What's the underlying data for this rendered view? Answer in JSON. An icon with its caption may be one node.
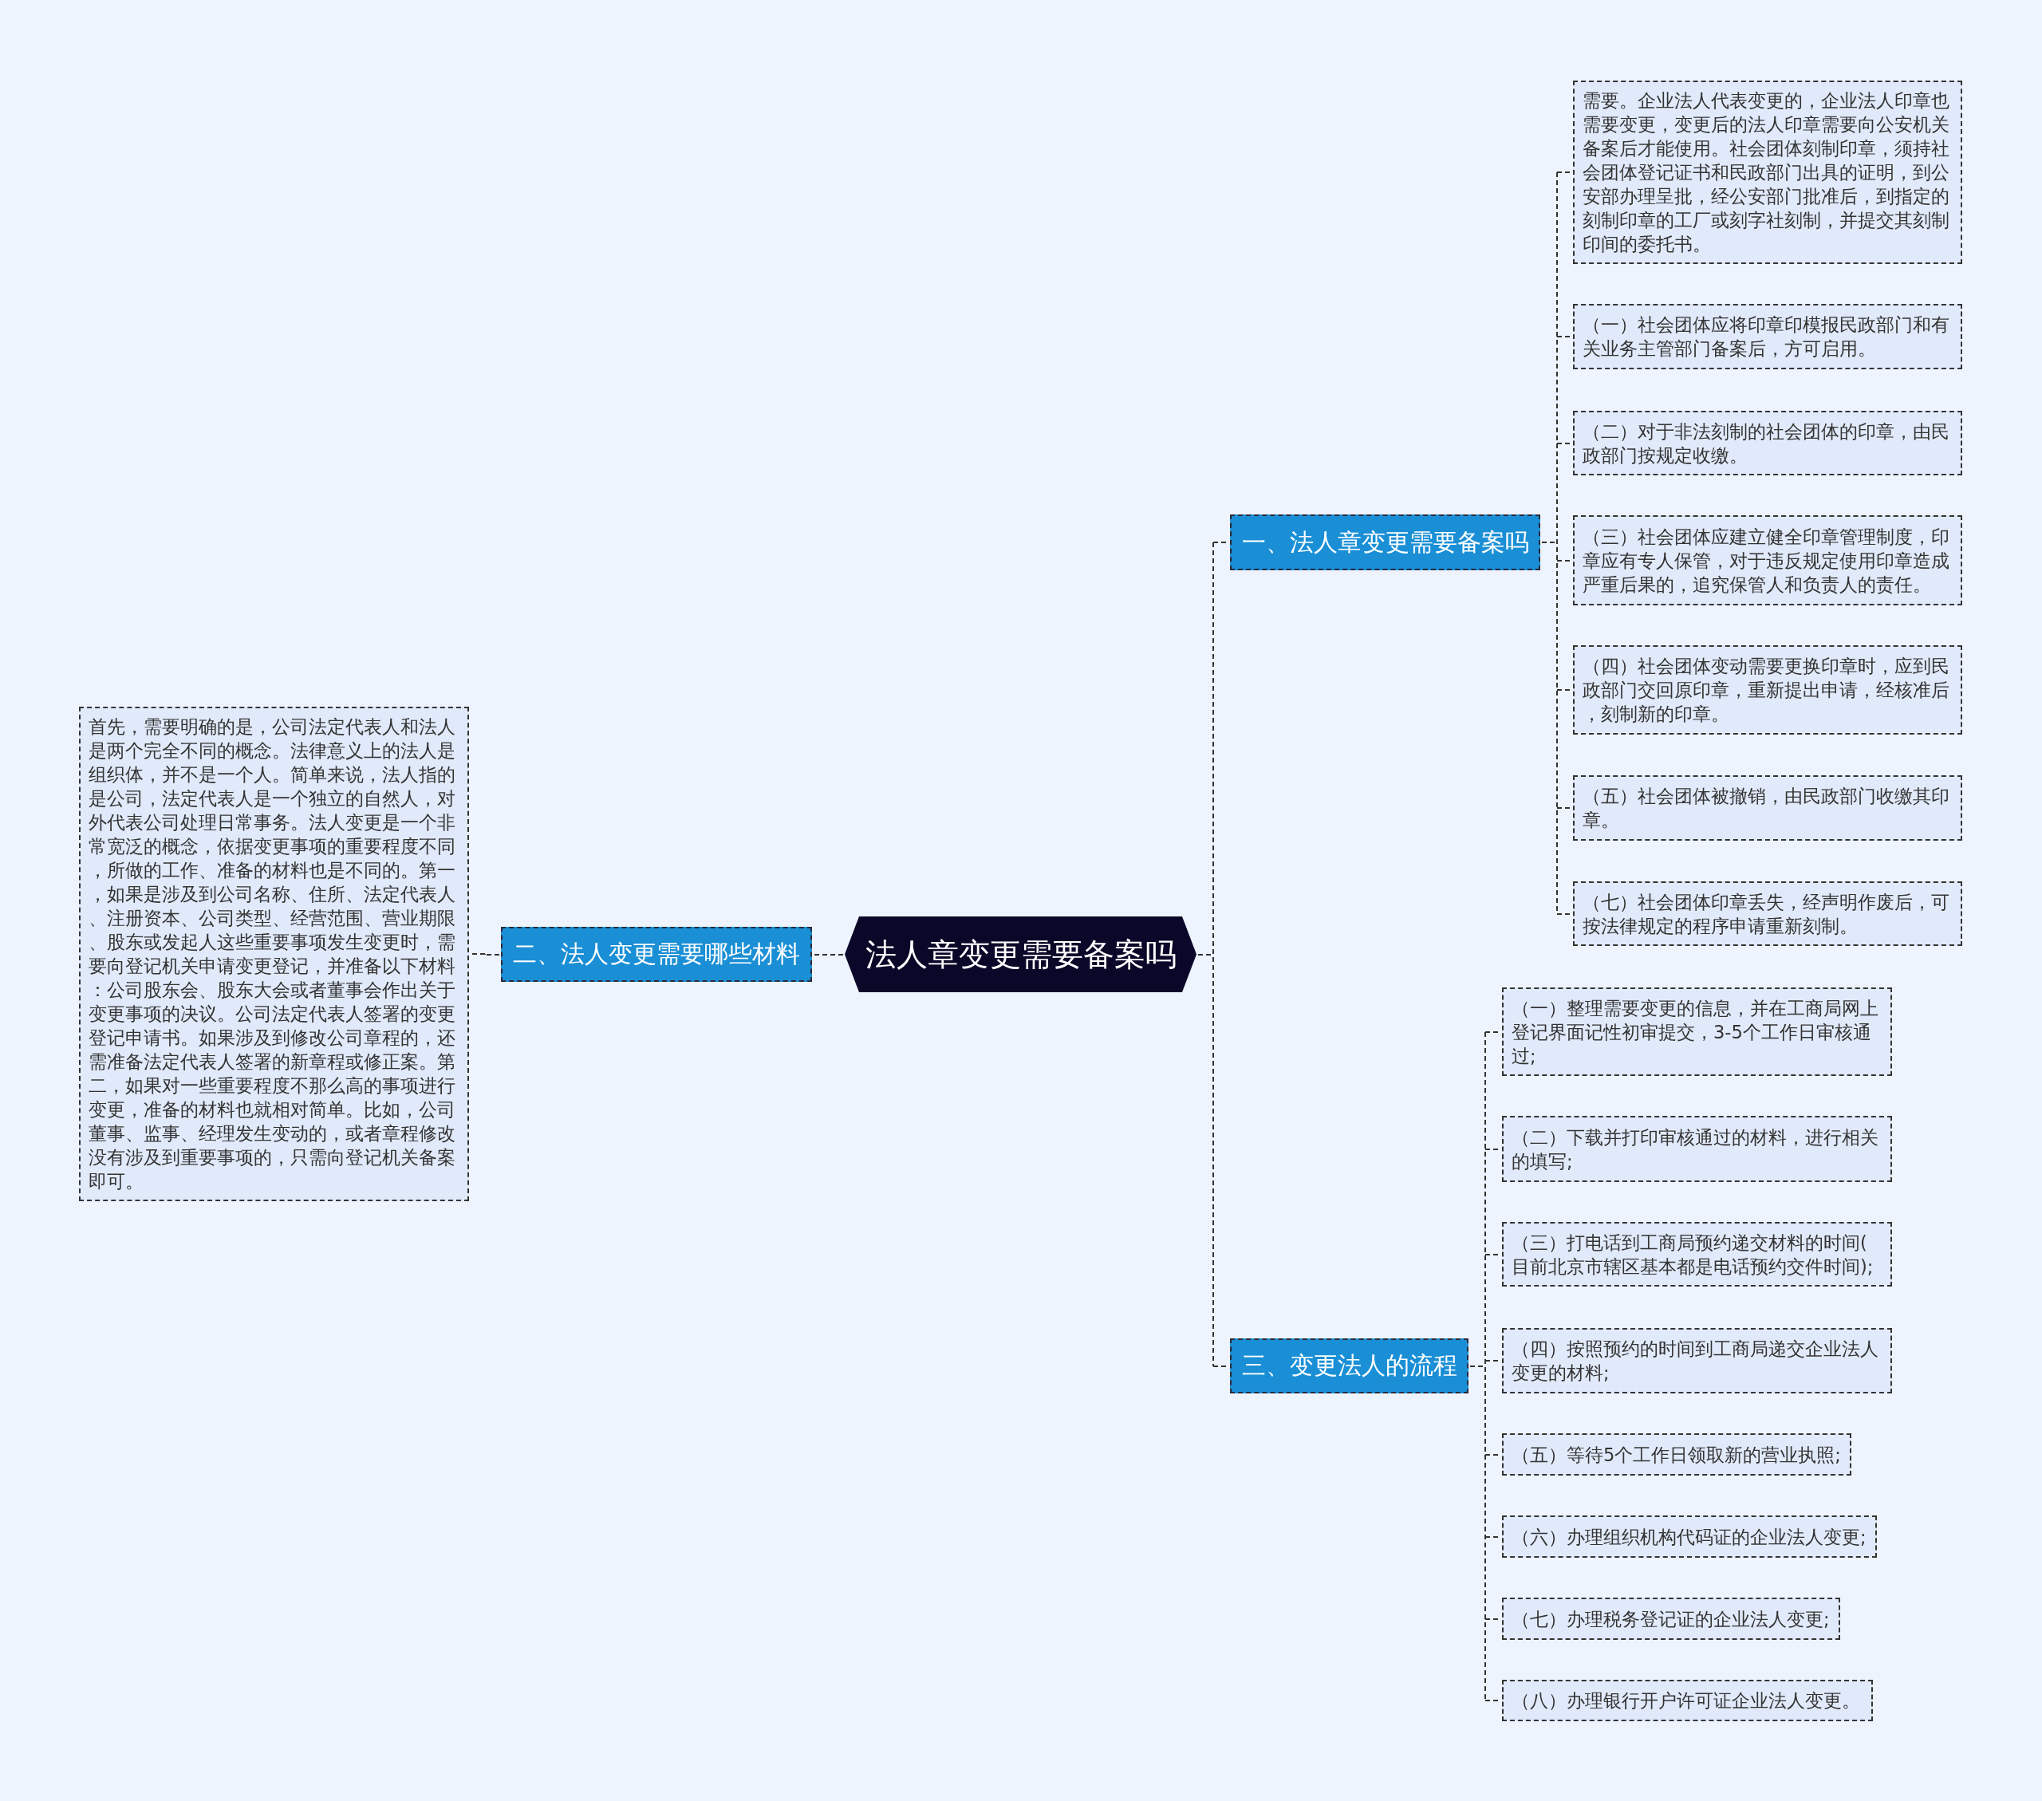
{
  "diagram": {
    "nodes": [
      {
        "text": [
          "法人章变更需要备案吗"
        ]
      },
      {
        "text": [
          "一、法人章变更需要备案吗"
        ]
      },
      {
        "text": [
          "需要。企业法人代表变更的，企业法人印章也需要变更，变更后的法人印章需要向公安机关备案后才能使用。社会团体刻制印章，须持社会团体登记证书和民政部门出具的证明，到公安部办理呈批，经公安部门批准后，到指定的刻制印章的工厂或刻字社刻制，并提交其刻制印间的委托书。"
        ]
      },
      {
        "text": [
          "（一）社会团体应将印章印模报民政部门和有关业务主管部门备案后，方可启用。"
        ]
      },
      {
        "text": [
          "（二）对于非法刻制的社会团体的印章，由民政部门按规定收缴。"
        ]
      },
      {
        "text": [
          "（三）社会团体应建立健全印章管理制度，印章应有专人保管，对于违反规定使用印章造成严重后果的，追究保管人和负责人的责任。"
        ]
      },
      {
        "text": [
          "（四）社会团体变动需要更换印章时，应到民政部门交回原印章，重新提出申请，经核准后，刻制新的印章。"
        ]
      },
      {
        "text": [
          "（五）社会团体被撤销，由民政部门收缴其印章。"
        ]
      },
      {
        "text": [
          "（七）社会团体印章丢失，经声明作废后，可按法律规定的程序申请重新刻制。"
        ]
      },
      {
        "text": [
          "二、法人变更需要哪些材料"
        ]
      },
      {
        "text": [
          "首先，需要明确的是，公司法定代表人和法人是两个完全不同的概念。法律意义上的法人是组织体，并不是一个人。简单来说，法人指的是公司，法定代表人是一个独立的自然人，对外代表公司处理日常事务。法人变更是一个非常宽泛的概念，依据变更事项的重要程度不同，所做的工作、准备的材料也是不同的。第一，如果是涉及到公司名称、住所、法定代表人、注册资本、公司类型、经营范围、营业期限、股东或发起人这些重要事项发生变更时，需要向登记机关申请变更登记，并准备以下材料：公司股东会、股东大会或者董事会作出关于变更事项的决议。公司法定代表人签署的变更登记申请书。如果涉及到修改公司章程的，还需准备法定代表人签署的新章程或修正案。第二，如果对一些重要程度不那么高的事项进行变更，准备的材料也就相对简单。比如，公司董事、监事、经理发生变动的，或者章程修改没有涉及到重要事项的，只需向登记机关备案即可。"
        ]
      },
      {
        "text": [
          "三、变更法人的流程"
        ]
      },
      {
        "text": [
          "（一）整理需要变更的信息，并在工商局网上登记界面记性初审提交，3-5个工作日审核通过;"
        ]
      },
      {
        "text": [
          "（二）下载并打印审核通过的材料，进行相关的填写;"
        ]
      },
      {
        "text": [
          "（三）打电话到工商局预约递交材料的时间(目前北京市辖区基本都是电话预约交件时间);"
        ]
      },
      {
        "text": [
          "（四）按照预约的时间到工商局递交企业法人变更的材料;"
        ]
      },
      {
        "text": [
          "（五）等待5个工作日领取新的营业执照;"
        ]
      },
      {
        "text": [
          "（六）办理组织机构代码证的企业法人变更;"
        ]
      },
      {
        "text": [
          "（七）办理税务登记证的企业法人变更;"
        ]
      },
      {
        "text": [
          "（八）办理银行开户许可证企业法人变更。"
        ]
      }
    ],
    "edges": [
      {
        "from": 0,
        "to": 1,
        "arrow": "none"
      },
      {
        "from": 1,
        "to": 2,
        "arrow": "none"
      },
      {
        "from": 1,
        "to": 3,
        "arrow": "none"
      },
      {
        "from": 1,
        "to": 4,
        "arrow": "none"
      },
      {
        "from": 1,
        "to": 5,
        "arrow": "none"
      },
      {
        "from": 1,
        "to": 6,
        "arrow": "none"
      },
      {
        "from": 1,
        "to": 7,
        "arrow": "none"
      },
      {
        "from": 1,
        "to": 8,
        "arrow": "none"
      },
      {
        "from": 0,
        "to": 9,
        "arrow": "none"
      },
      {
        "from": 9,
        "to": 10,
        "arrow": "none"
      },
      {
        "from": 0,
        "to": 11,
        "arrow": "none"
      },
      {
        "from": 11,
        "to": 12,
        "arrow": "none"
      },
      {
        "from": 11,
        "to": 13,
        "arrow": "none"
      },
      {
        "from": 11,
        "to": 14,
        "arrow": "none"
      },
      {
        "from": 11,
        "to": 15,
        "arrow": "none"
      },
      {
        "from": 11,
        "to": 16,
        "arrow": "none"
      },
      {
        "from": 11,
        "to": 17,
        "arrow": "none"
      },
      {
        "from": 11,
        "to": 18,
        "arrow": "none"
      },
      {
        "from": 11,
        "to": 19,
        "arrow": "none"
      }
    ]
  }
}
